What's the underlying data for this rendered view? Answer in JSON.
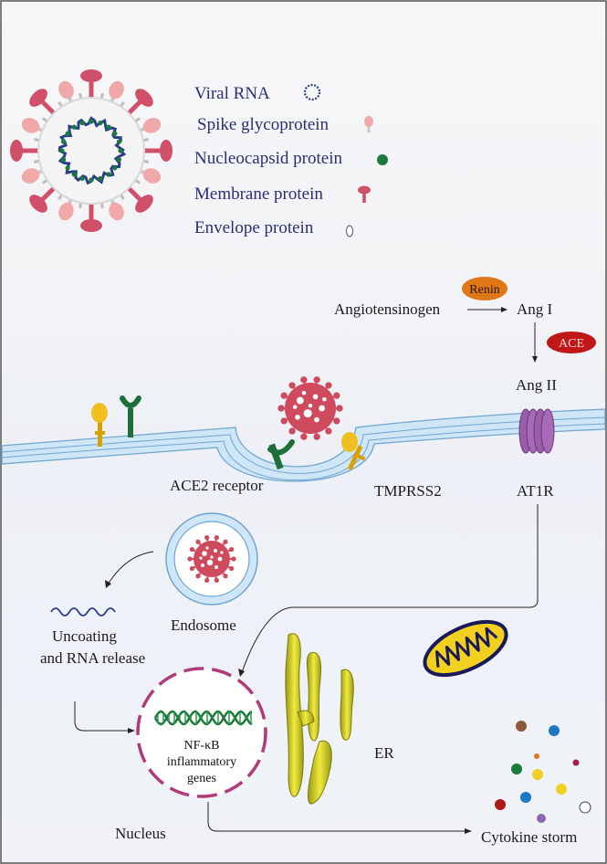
{
  "legend": {
    "viral_rna": "Viral RNA",
    "spike": "Spike glycoprotein",
    "nucleocapsid": "Nucleocapsid protein",
    "membrane": "Membrane protein",
    "envelope": "Envelope protein"
  },
  "pathway": {
    "angiotensinogen": "Angiotensinogen",
    "renin": "Renin",
    "ang1": "Ang I",
    "ace": "ACE",
    "ang2": "Ang II",
    "at1r": "AT1R"
  },
  "labels": {
    "ace2": "ACE2 receptor",
    "tmprss2": "TMPRSS2",
    "endosome": "Endosome",
    "uncoating_1": "Uncoating",
    "uncoating_2": "and RNA release",
    "nfkb_1": "NF-κB",
    "nfkb_2": "inflammatory",
    "nfkb_3": "genes",
    "er": "ER",
    "nucleus": "Nucleus",
    "cytokine": "Cytokine storm"
  },
  "colors": {
    "spike": "#f0a8a8",
    "membrane": "#d0506a",
    "nucleocapsid": "#1a7a3a",
    "rna": "#2a3f8a",
    "virus": "#d04a5e",
    "renin": "#e07818",
    "ace": "#c01818",
    "membrane_blue": "#b8d8f0",
    "receptor_green": "#1e6e3a",
    "tmprss2": "#f0c020",
    "at1r": "#9a5ea8",
    "nucleus_ring": "#b03a7a",
    "mito": "#f2d020",
    "er": "#d8d020"
  }
}
